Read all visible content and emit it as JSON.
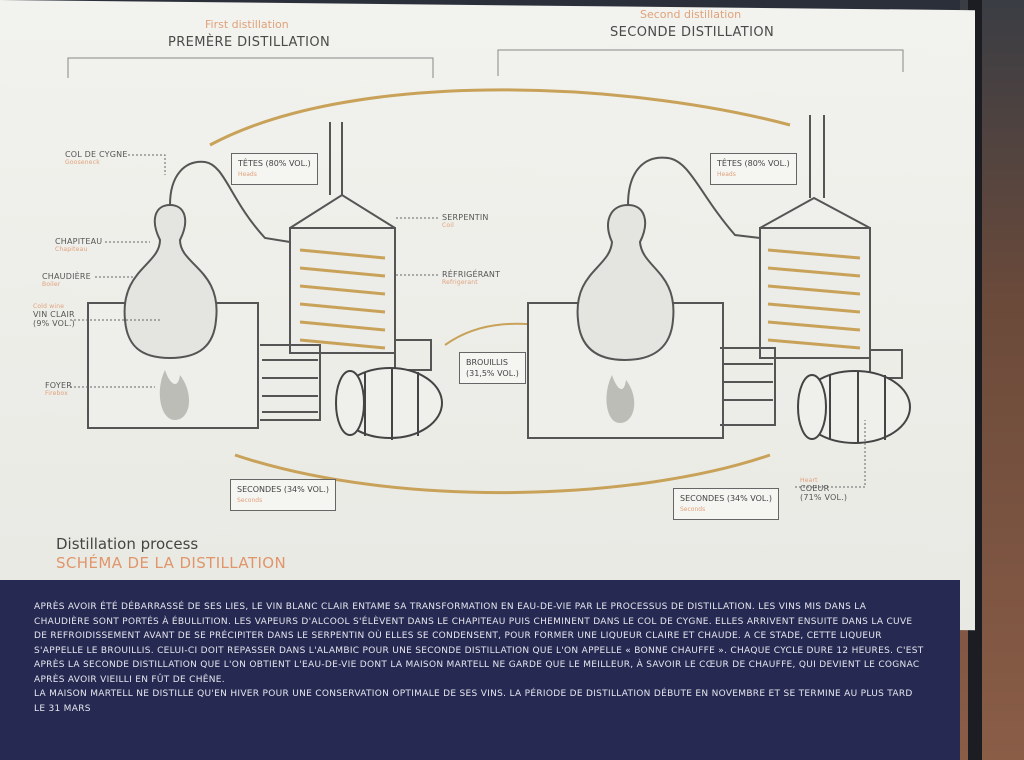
{
  "first": {
    "subtitle_en": "First distillation",
    "title_fr": "PREMÈRE DISTILLATION"
  },
  "second": {
    "subtitle_en": "Second distillation",
    "title_fr": "SECONDE DISTILLATION"
  },
  "left_labels": {
    "col": "COL DE CYGNE",
    "col_en": "Gooseneck",
    "chapiteau": "CHAPITEAU",
    "chapiteau_en": "Chapiteau",
    "chaudiere": "CHAUDIÈRE",
    "chaudiere_en": "Boiler",
    "vin_small": "Cold wine",
    "vin": "VIN CLAIR",
    "vin_vol": "(9% VOL.)",
    "foyer": "FOYER",
    "foyer_en": "Firebox",
    "serpentin": "SERPENTIN",
    "serpentin_en": "Coil",
    "refrigerant": "RÉFRIGÉRANT",
    "refrigerant_en": "Refrigerant"
  },
  "boxes": {
    "tetes1": "TÊTES (80% VOL.)",
    "tetes1_en": "Heads",
    "tetes2": "TÊTES (80% VOL.)",
    "tetes2_en": "Heads",
    "brouillis": "BROUILLIS",
    "brouillis_vol": "(31,5% VOL.)",
    "secondes1": "SECONDES (34% VOL.)",
    "secondes1_en": "Seconds",
    "secondes2": "SECONDES (34% VOL.)",
    "secondes2_en": "Seconds"
  },
  "coeur": {
    "small": "Heart",
    "label": "COEUR",
    "vol": "(71% VOL.)"
  },
  "footer": {
    "title": "Distillation process",
    "subtitle": "SCHÉMA DE LA DISTILLATION"
  },
  "body": {
    "line1": "APRÈS AVOIR ÉTÉ DÉBARRASSÉ DE SES LIES, LE VIN BLANC CLAIR ENTAME SA TRANSFORMATION EN EAU-DE-VIE PAR LE PROCESSUS DE DISTILLATION. LES VINS MIS DANS LA",
    "line2": "CHAUDIÈRE SONT PORTÉS À ÉBULLITION. LES VAPEURS D'ALCOOL S'ÉLÈVENT DANS LE CHAPITEAU PUIS CHEMINENT DANS LE COL DE CYGNE. ELLES ARRIVENT ENSUITE DANS LA CUVE",
    "line3": "DE REFROIDISSEMENT AVANT DE SE PRÉCIPITER DANS LE SERPENTIN OÙ ELLES SE CONDENSENT, POUR FORMER UNE LIQUEUR CLAIRE ET CHAUDE. A CE STADE, CETTE LIQUEUR",
    "line4": "S'APPELLE LE BROUILLIS. CELUI-CI DOIT REPASSER DANS L'ALAMBIC POUR UNE SECONDE DISTILLATION QUE L'ON APPELLE « BONNE CHAUFFE ». CHAQUE CYCLE DURE 12 HEURES. C'EST",
    "line5": "APRÈS LA SECONDE DISTILLATION QUE L'ON OBTIENT L'EAU-DE-VIE DONT LA MAISON MARTELL NE GARDE QUE LE MEILLEUR, À SAVOIR LE CŒUR DE CHAUFFE, QUI DEVIENT LE COGNAC",
    "line6": "APRÈS AVOIR VIEILLI EN FÛT DE CHÊNE.",
    "line7": "LA MAISON MARTELL NE DISTILLE QU'EN HIVER POUR UNE CONSERVATION OPTIMALE DE SES VINS. LA PÉRIODE DE DISTILLATION DÉBUTE EN NOVEMBRE ET SE TERMINE AU PLUS TARD",
    "line8": "LE 31 MARS"
  }
}
